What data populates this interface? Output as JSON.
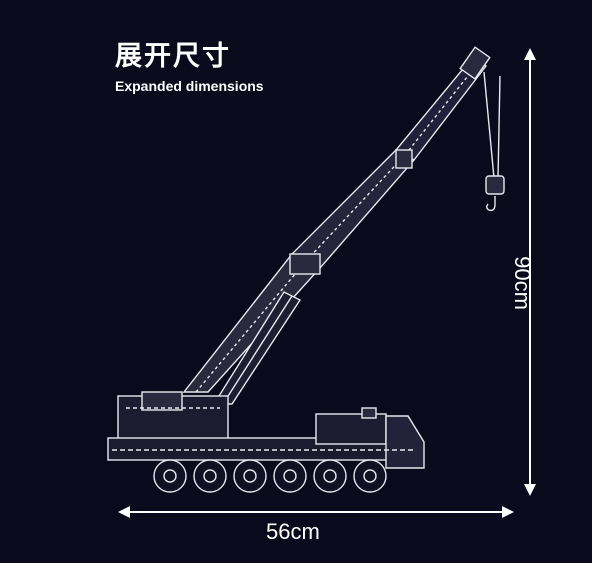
{
  "heading": {
    "title_cn": "展开尺寸",
    "title_en": "Expanded dimensions"
  },
  "dimensions": {
    "width_label": "56cm",
    "height_label": "90cm"
  },
  "colors": {
    "background": "#0b0a1c",
    "line": "#ffffff"
  }
}
